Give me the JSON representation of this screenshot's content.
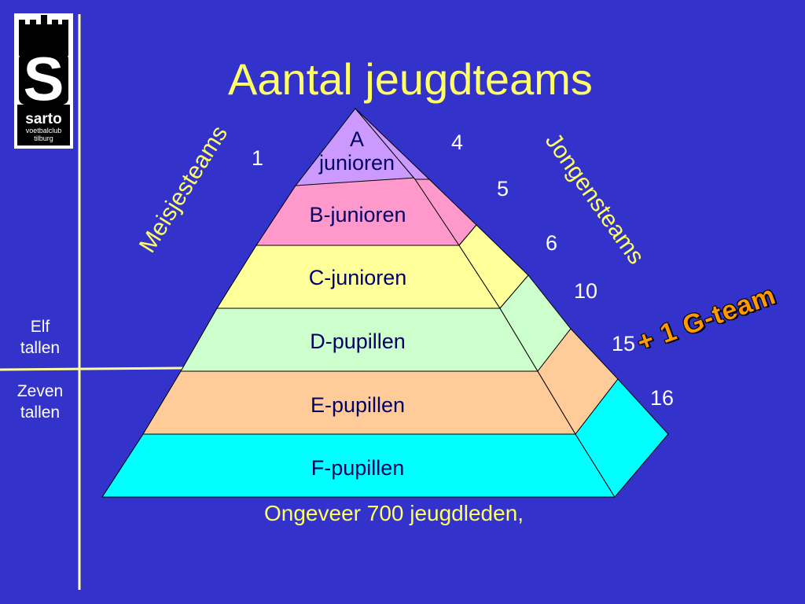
{
  "title": "Aantal jeugdteams",
  "logo": {
    "name": "sarto",
    "line1": "voetbalclub",
    "line2": "tilburg"
  },
  "left_label": "Meisjesteams",
  "right_label": "Jongensteams",
  "girls_count": "1",
  "levels": [
    {
      "label_line1": "A",
      "label_line2": "junioren",
      "count": "4",
      "color": "#cc99ff",
      "side_color": "#cc99ff"
    },
    {
      "label": "B-junioren",
      "count": "5",
      "color": "#ff99cc",
      "side_color": "#ff99cc"
    },
    {
      "label": "C-junioren",
      "count": "6",
      "color": "#ffff99",
      "side_color": "#ffff99"
    },
    {
      "label": "D-pupillen",
      "count": "10",
      "color": "#ccffcc",
      "side_color": "#ccffcc"
    },
    {
      "label": "E-pupillen",
      "count": "15",
      "color": "#ffcc99",
      "side_color": "#ffcc99"
    },
    {
      "label": "F-pupillen",
      "count": "16",
      "color": "#00ffff",
      "side_color": "#00ffff"
    }
  ],
  "side_top_line1": "Elf",
  "side_top_line2": "tallen",
  "side_bottom_line1": "Zeven",
  "side_bottom_line2": "tallen",
  "extra_note": "+ 1 G-team",
  "footer": "Ongeveer 700 jeugdleden,",
  "colors": {
    "background": "#3333cc",
    "title": "#ffff66",
    "divider": "#ffff99",
    "note": "#ff9900"
  }
}
